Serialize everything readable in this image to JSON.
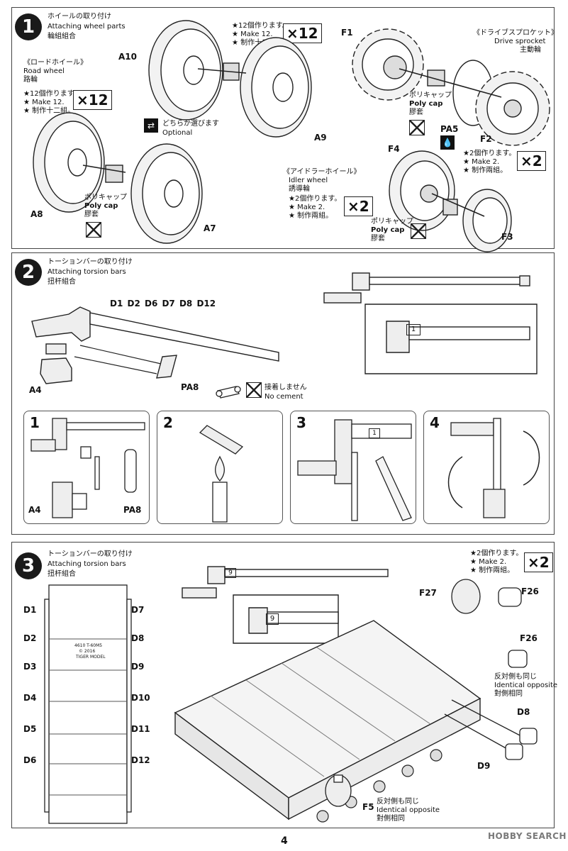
{
  "page_number": "4",
  "watermark": "HOBBY SEARCH",
  "step1": {
    "number": "1",
    "title_ja": "ホイールの取り付け",
    "title_en": "Attaching wheel parts",
    "title_zh": "輪組組合",
    "road_wheel": {
      "ja": "《ロードホイール》",
      "en": "Road wheel",
      "zh": "路輪"
    },
    "make12_left": {
      "ja": "★12個作ります。",
      "en": "★ Make 12.",
      "zh": "★ 制作十二組。"
    },
    "make12_right": {
      "ja": "★12個作ります。",
      "en": "★ Make 12.",
      "zh": "★ 制作十二組。"
    },
    "mult": "×12",
    "optional": {
      "ja": "どちらか選びます",
      "en": "Optional"
    },
    "polycap": {
      "ja": "ポリキャップ",
      "en": "Poly cap",
      "zh": "膠套"
    },
    "parts": {
      "a10": "A10",
      "a9": "A9",
      "a8": "A8",
      "a7": "A7",
      "f1": "F1",
      "f2": "F2",
      "f3": "F3",
      "f4": "F4",
      "pa5": "PA5"
    },
    "drive_sprocket": {
      "ja": "《ドライブスプロケット》",
      "en": "Drive sprocket",
      "zh": "主動輪"
    },
    "idler": {
      "ja": "《アイドラーホイール》",
      "en": "Idler wheel",
      "zh": "誘導輪"
    },
    "make2_sprocket": {
      "ja": "★2個作ります。",
      "en": "★ Make 2.",
      "zh": "★ 制作兩組。"
    },
    "make2_idler": {
      "ja": "★2個作ります。",
      "en": "★ Make 2.",
      "zh": "★ 制作兩組。"
    },
    "mult2": "×2"
  },
  "step2": {
    "number": "2",
    "title_ja": "トーションバーの取り付け",
    "title_en": "Attaching torsion bars",
    "title_zh": "扭杆組合",
    "d_labels": "D1  D2  D6  D7  D8  D12",
    "a4": "A4",
    "pa8": "PA8",
    "no_cement": {
      "ja": "接着しません",
      "en": "No cement"
    },
    "detail_num": "1",
    "substeps": [
      "1",
      "2",
      "3",
      "4"
    ],
    "sub1_a4": "A4",
    "sub1_pa8": "PA8"
  },
  "step3": {
    "number": "3",
    "title_ja": "トーションバーの取り付け",
    "title_en": "Attaching torsion bars",
    "title_zh": "扭杆組合",
    "detail_num": "9",
    "hull_text": [
      "4610 T-60M5",
      "© 2016",
      "TIGER MODEL"
    ],
    "left_labels": [
      "D1",
      "D2",
      "D3",
      "D4",
      "D5",
      "D6"
    ],
    "right_labels": [
      "D7",
      "D8",
      "D9",
      "D10",
      "D11",
      "D12"
    ],
    "make2": {
      "ja": "★2個作ります。",
      "en": "★ Make 2.",
      "zh": "★ 制作兩組。"
    },
    "mult": "×2",
    "f27": "F27",
    "f26a": "F26",
    "f26b": "F26",
    "d8": "D8",
    "d9": "D9",
    "f5": "F5",
    "opposite1": {
      "ja": "反対側も同じ",
      "en": "Identical opposite",
      "zh": "對側相同"
    },
    "opposite2": {
      "ja": "反対側も同じ",
      "en": "Identical opposite",
      "zh": "對側相同"
    }
  }
}
